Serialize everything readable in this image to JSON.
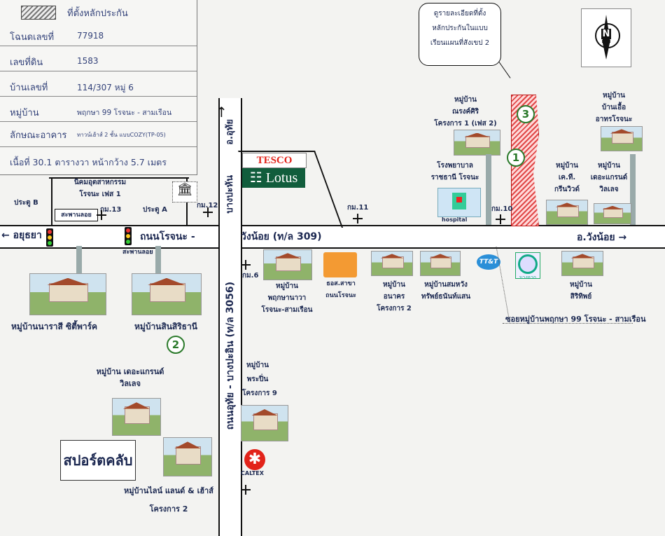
{
  "info": {
    "legend": "ที่ตั้งหลักประกัน",
    "rows": [
      {
        "label": "โฉนดเลขที่",
        "value": "77918"
      },
      {
        "label": "เลขที่ดิน",
        "value": "1583"
      },
      {
        "label": "บ้านเลขที่",
        "value": "114/307  หมู่ 6"
      },
      {
        "label": "หมู่บ้าน",
        "value": "พฤกษา 99 โรจนะ - สามเรือน"
      },
      {
        "label": "ลักษณะอาคาร",
        "value": "ทาวน์เฮ้าส์  2 ชั้น แบบCOZY(TP-05)"
      }
    ],
    "area": "เนื้อที่ 30.1 ตารางวา หน้ากว้าง 5.7 เมตร"
  },
  "callout": [
    "ดูรายละเอียดที่ตั้ง",
    "หลักประกันในแบบ",
    "เรียนแผนที่สังเขป 2"
  ],
  "compass": "N",
  "roads": {
    "rojana": "ถนนโรจนะ -",
    "wangnoi": "วังน้อย (ท/ล 309)",
    "to_ayutthaya": "อยุธยา",
    "to_wangnoi": "อ.วังน้อย",
    "to_uthai": "อ.อุทัย",
    "phahonyothin_top": "บางปะหัน",
    "asianhw": "ถนนอุทัย - บางปะอิน (ท/ล 3056)"
  },
  "stores": {
    "tesco": "TESCO",
    "lotus": "Lotus",
    "caltex": "CALTEX",
    "tt": "TT&T",
    "bangchak": "บางจาก"
  },
  "markers": {
    "km11": "กม.11",
    "km10": "กม.10",
    "km12": "กม.12",
    "km13": "กม.13",
    "km6": "กม.6",
    "gate_a": "ประตู A",
    "gate_b": "ประตู B",
    "hospital_label": "hospital"
  },
  "places": {
    "industrial": [
      "นิคมอุตสาหกรรม",
      "โรจนะ เฟส 1"
    ],
    "khanan1": "สะพานลอย",
    "khanan2": "สะพานลอย",
    "pruksa_village": [
      "หมู่บ้าน",
      "ณรงค์ศิริ",
      "โครงการ 1 (เฟส 2)"
    ],
    "hospital": [
      "โรงพยาบาล",
      "ราชธานี โรจนะ"
    ],
    "baan_uea": [
      "หมู่บ้าน",
      "บ้านเอื้อ",
      "อาทรโรจนะ"
    ],
    "kc": [
      "หมู่บ้าน",
      "เค.ที.",
      "กรีนวิวด์"
    ],
    "grand": [
      "หมู่บ้าน",
      "เดอะแกรนด์",
      "วิลเลจ"
    ],
    "narasi": "หมู่บ้านนาราสี ซิตี้พาร์ค",
    "sinsiri": "หมู่บ้านสินสิริธานี",
    "pruksa_nava": [
      "หมู่บ้าน",
      "พฤกษานาวา",
      "โรจนะ-สามเรือน"
    ],
    "sor": [
      "ธอส.สาขา",
      "ถนนโรจนะ"
    ],
    "anakorn": [
      "หมู่บ้าน",
      "อนาคร",
      "โครงการ 2"
    ],
    "somwang": [
      "หมู่บ้านสมหวัง",
      "ทรัพย์ธนันท์แสน"
    ],
    "sirisap": [
      "หมู่บ้าน",
      "สิริทิพย์"
    ],
    "soi": "ซอยหมู่บ้านพฤกษา 99 โรจนะ - สามเรือน",
    "grand2": [
      "หมู่บ้าน เดอะแกรนด์",
      "วิลเลจ"
    ],
    "phraphin": [
      "หมู่บ้าน",
      "พระปิ่น",
      "โครงการ 9"
    ],
    "sport": "สปอร์ตคลับ",
    "line_land": [
      "หมู่บ้านไลน์ แลนด์ & เฮ้าส์",
      "โครงการ 2"
    ]
  },
  "circles": [
    "1",
    "2",
    "3"
  ]
}
